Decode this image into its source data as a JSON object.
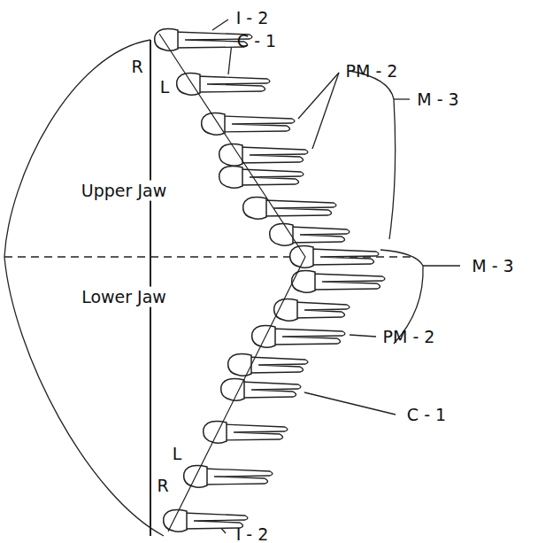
{
  "diagram": {
    "labels": [
      "I - 2",
      "R",
      "L",
      "C - 1",
      "PM - 2",
      "M - 3",
      "Upper Jaw",
      "Lower Jaw",
      "M - 3",
      "PM - 2",
      "C - 1",
      "L",
      "R",
      "I - 2"
    ]
  }
}
